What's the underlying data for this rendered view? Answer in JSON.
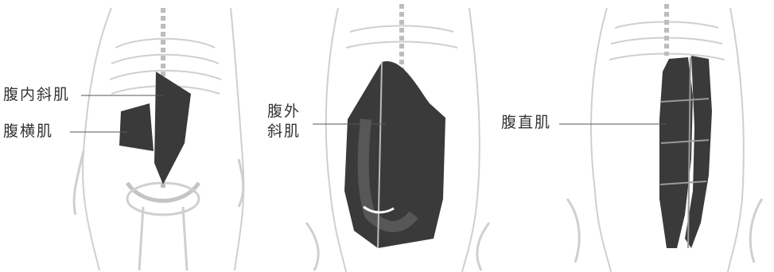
{
  "figure": {
    "panels": [
      {
        "muscles": [
          "腹内斜肌",
          "腹横肌"
        ]
      },
      {
        "muscles": [
          "腹外斜肌"
        ]
      },
      {
        "muscles": [
          "腹直肌"
        ]
      }
    ]
  },
  "labels": {
    "internal_oblique": "腹内斜肌",
    "transverse_abdominis": "腹横肌",
    "external_oblique_line1": "腹外",
    "external_oblique_line2": "斜肌",
    "rectus_abdominis": "腹直肌"
  },
  "colors": {
    "muscle": "#3a3a3a",
    "skeleton": "#c8c8c8",
    "leader_line": "#555555",
    "text": "#333333"
  }
}
